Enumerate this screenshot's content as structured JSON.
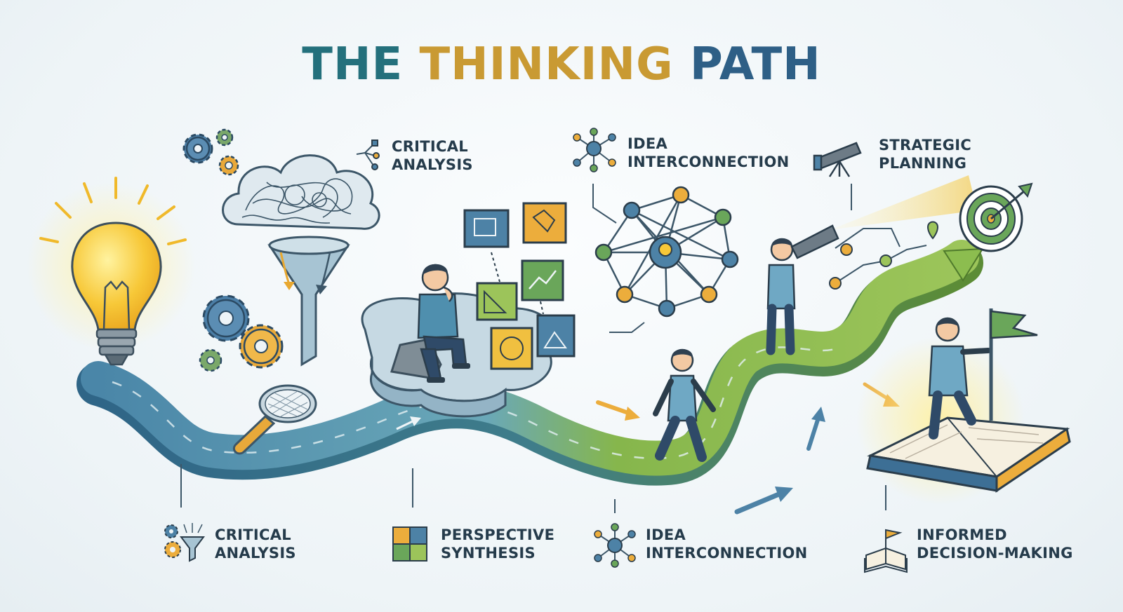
{
  "title": {
    "word1": "THE",
    "word2": "THINKING",
    "word3": "PATH"
  },
  "colors": {
    "title_teal": "#24707c",
    "title_gold": "#c99a33",
    "title_blue": "#2e5f86",
    "path_blue": "#4d8fb0",
    "path_green": "#8cb84a",
    "accent_yellow": "#f2c230",
    "text_dark": "#253b4b"
  },
  "top_labels": [
    {
      "line1": "CRITICAL",
      "line2": "ANALYSIS",
      "icon": "branch-network-icon"
    },
    {
      "line1": "IDEA",
      "line2": "INTERCONNECTION",
      "icon": "hub-network-icon"
    },
    {
      "line1": "STRATEGIC",
      "line2": "PLANNING",
      "icon": "telescope-icon"
    }
  ],
  "bottom_labels": [
    {
      "line1": "CRITICAL",
      "line2": "ANALYSIS",
      "icon": "gears-funnel-icon"
    },
    {
      "line1": "PERSPECTIVE",
      "line2": "SYNTHESIS",
      "icon": "puzzle-icon"
    },
    {
      "line1": "IDEA",
      "line2": "INTERCONNECTION",
      "icon": "hub-network-icon"
    },
    {
      "line1": "INFORMED",
      "line2": "DECISION-MAKING",
      "icon": "book-flag-icon"
    }
  ]
}
